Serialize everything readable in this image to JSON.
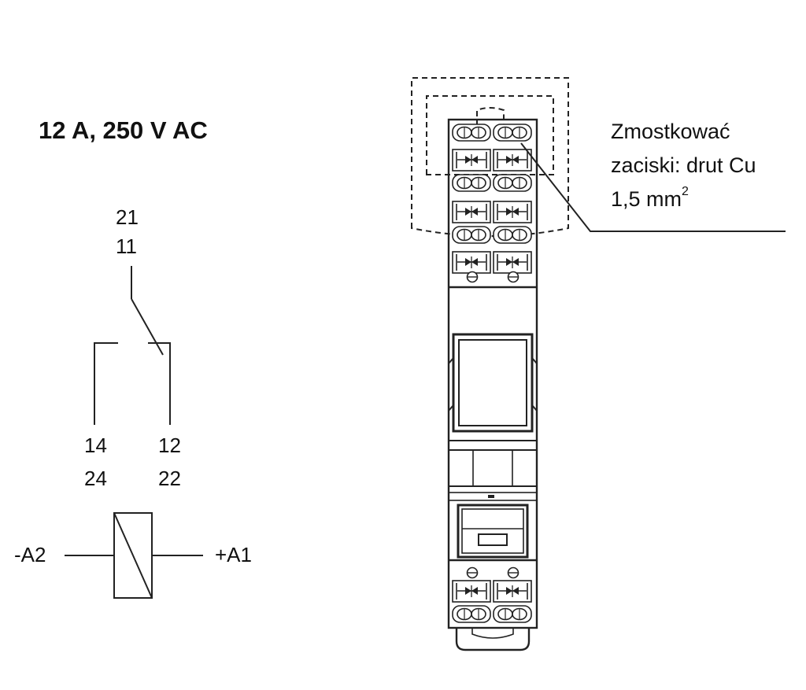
{
  "rating": "12 A, 250 V AC",
  "terminals": {
    "common_top": "21",
    "common_bottom": "11",
    "no_top": "14",
    "no_bottom": "24",
    "nc_top": "12",
    "nc_bottom": "22",
    "coil_minus": "-A2",
    "coil_plus": "+A1"
  },
  "note": {
    "line1": "Zmostkować",
    "line2": "zaciski: drut Cu",
    "line3_main": "1,5 mm",
    "line3_sup": "2"
  }
}
